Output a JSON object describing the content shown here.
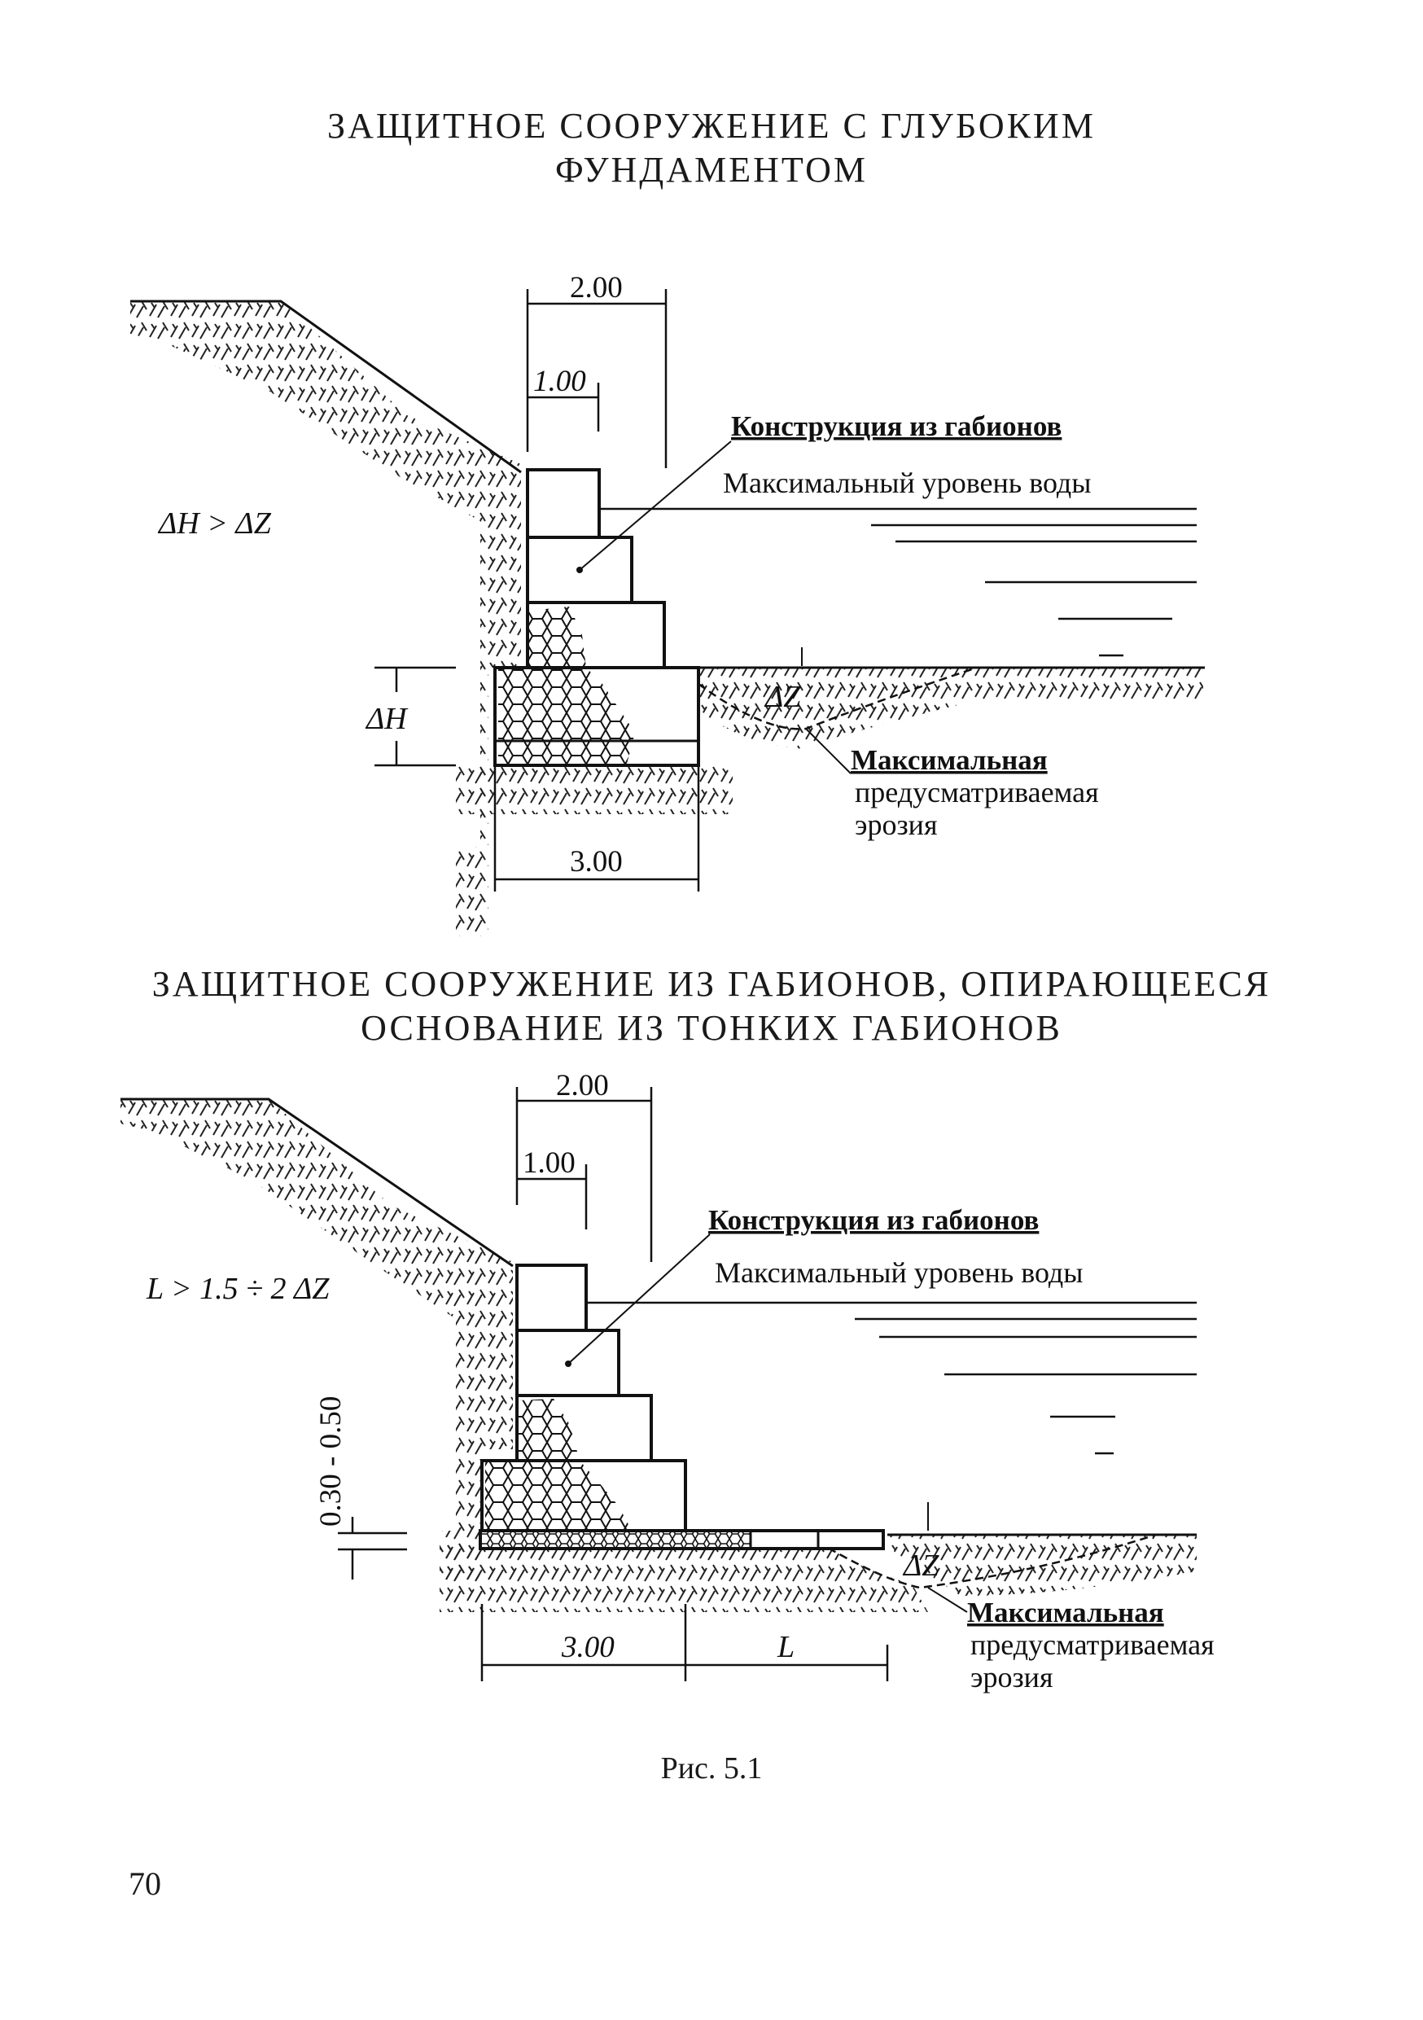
{
  "titles": {
    "top": [
      "ЗАЩИТНОЕ СООРУЖЕНИЕ С ГЛУБОКИМ",
      "ФУНДАМЕНТОМ"
    ],
    "bottom": [
      "ЗАЩИТНОЕ СООРУЖЕНИЕ ИЗ ГАБИОНОВ, ОПИРАЮЩЕЕСЯ",
      "ОСНОВАНИЕ ИЗ ТОНКИХ ГАБИОНОВ"
    ]
  },
  "diagram_top": {
    "dim_200": "2.00",
    "dim_100": "1.00",
    "dim_300": "3.00",
    "label_gabions": "Конструкция из габионов",
    "label_water": "Максимальный уровень воды",
    "condition": "ΔH > ΔZ",
    "dh": "ΔH",
    "dz": "ΔZ",
    "erosion": [
      "Максимальная",
      "предусматриваемая",
      "эрозия"
    ]
  },
  "diagram_bottom": {
    "dim_200": "2.00",
    "dim_100": "1.00",
    "dim_300": "3.00",
    "dim_L": "L",
    "dim_thick": "0.30 - 0.50",
    "label_gabions": "Конструкция из габионов",
    "label_water": "Максимальный уровень воды",
    "condition": "L > 1.5 ÷ 2 ΔZ",
    "dz": "ΔZ",
    "erosion": [
      "Максимальная",
      "предусматриваемая",
      "эрозия"
    ]
  },
  "caption": "Рис. 5.1",
  "page_number": "70"
}
